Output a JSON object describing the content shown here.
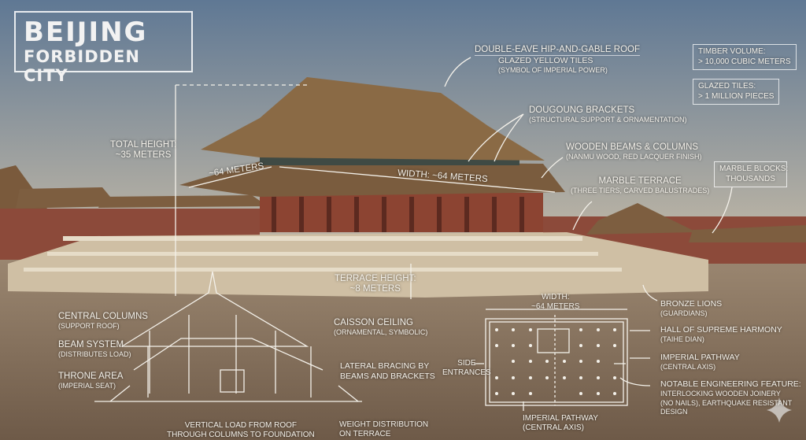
{
  "title": {
    "line1": "BEIJING",
    "line2": "FORBIDDEN CITY"
  },
  "dimensions": {
    "total_height_label": "TOTAL HEIGHT:",
    "total_height_value": "~35 METERS",
    "depth": "~64 METERS",
    "width_photo": "WIDTH: ~64 METERS",
    "terrace_height_label": "TERRACE HEIGHT:",
    "terrace_height_value": "~8 METERS"
  },
  "photo_labels": {
    "roof": {
      "title": "DOUBLE-EAVE HIP-AND-GABLE ROOF",
      "sub_title": "GLAZED YELLOW TILES",
      "sub": "(SYMBOL OF IMPERIAL POWER)"
    },
    "dougong": {
      "title": "DOUGOUNG BRACKETS",
      "sub": "(STRUCTURAL SUPPORT & ORNAMENTATION)"
    },
    "beams": {
      "title": "WOODEN BEAMS & COLUMNS",
      "sub": "(NANMU WOOD, RED LACQUER FINISH)"
    },
    "terrace": {
      "title": "MARBLE TERRACE",
      "sub": "(THREE TIERS, CARVED BALUSTRADES)"
    },
    "lions": {
      "title": "BRONZE LIONS",
      "sub": "(GUARDIANS)"
    }
  },
  "stats": [
    {
      "label": "TIMBER VOLUME:",
      "value": "> 10,000 CUBIC METERS"
    },
    {
      "label": "GLAZED TILES:",
      "value": "> 1 MILLION PIECES"
    },
    {
      "label": "MARBLE BLOCKS:",
      "value": "THOUSANDS"
    }
  ],
  "section": {
    "central_columns": {
      "title": "CENTRAL COLUMNS",
      "sub": "(SUPPORT ROOF)"
    },
    "beam_system": {
      "title": "BEAM SYSTEM",
      "sub": "(DISTRIBUTES LOAD)"
    },
    "throne": {
      "title": "THRONE AREA",
      "sub": "(IMPERIAL SEAT)"
    },
    "caisson": {
      "title": "CAISSON CEILING",
      "sub": "(ORNAMENTAL, SYMBOLIC)"
    },
    "lateral": {
      "line1": "LATERAL BRACING BY",
      "line2": "BEAMS AND BRACKETS"
    },
    "vertical_load": {
      "line1": "VERTICAL LOAD FROM ROOF",
      "line2": "THROUGH COLUMNS TO FOUNDATION"
    },
    "weight": {
      "line1": "WEIGHT DISTRIBUTION",
      "line2": "ON TERRACE"
    }
  },
  "plan": {
    "width_label": "WIDTH:",
    "width_value": "~64 METERS",
    "side_entrances": {
      "line1": "SIDE",
      "line2": "ENTRANCES"
    },
    "hall": {
      "title": "HALL OF SUPREME HARMONY",
      "sub": "(TAIHE DIAN)"
    },
    "pathway_right": {
      "title": "IMPERIAL PATHWAY",
      "sub": "(CENTRAL AXIS)"
    },
    "feature": {
      "title": "NOTABLE ENGINEERING FEATURE:",
      "line1": "INTERLOCKING WOODEN JOINERY",
      "line2": "(NO NAILS), EARTHQUAKE RESISTANT",
      "line3": "DESIGN"
    },
    "pathway_bottom": {
      "title": "IMPERIAL PATHWAY",
      "sub": "(CENTRAL AXIS)"
    }
  },
  "colors": {
    "sky_top": "#5f7894",
    "sky_bottom": "#b7b2a6",
    "ground": "#7c6753",
    "roof": "#8a6a45",
    "wall": "#8c4a3a",
    "marble": "#d6c8b0",
    "chalk": "#f4f1ea"
  }
}
